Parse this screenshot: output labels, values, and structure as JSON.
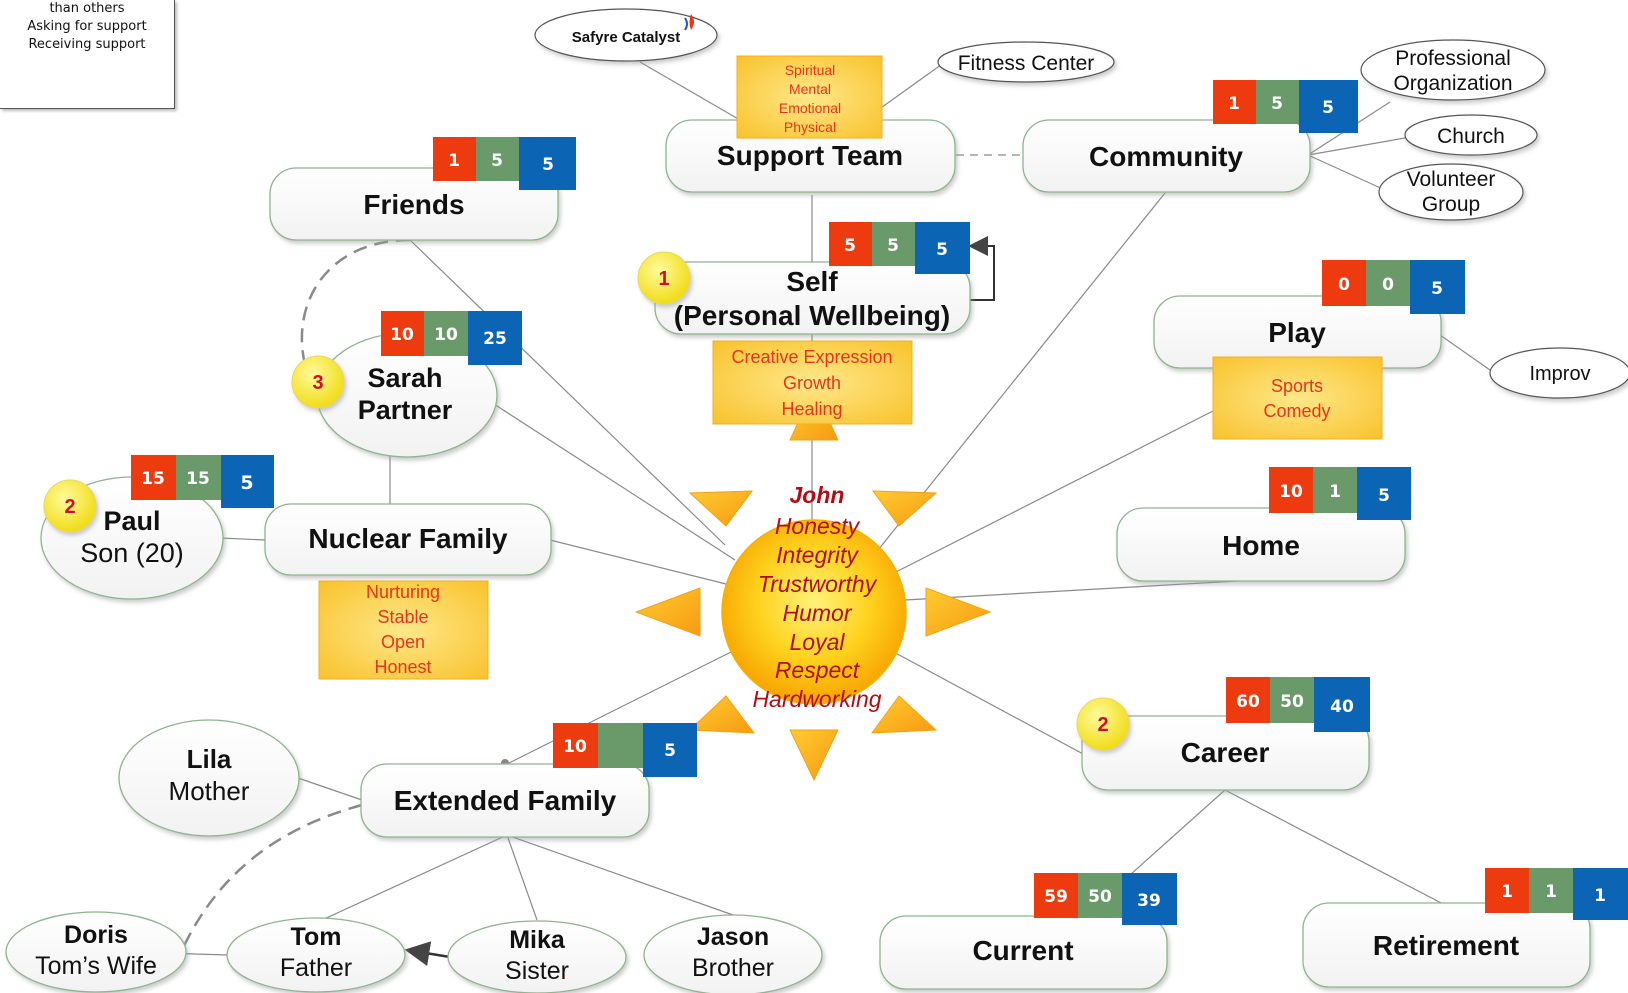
{
  "legend": {
    "lines": [
      "than others",
      "Asking for support",
      "Receiving support"
    ]
  },
  "colors": {
    "score_red": "#ee3a0f",
    "score_green": "#6a9a6a",
    "score_blue": "#0b64b4",
    "tag_fill": "#fbd04a",
    "tag_text": "#e8341c",
    "badge_fill": "#f6e62a",
    "badge_text": "#d0102a",
    "center_text": "#b00d14"
  },
  "center": {
    "name": "John",
    "values": [
      "Honesty",
      "Integrity",
      "Trustworthy",
      "Humor",
      "Loyal",
      "Respect",
      "Hardworking"
    ]
  },
  "nodes": {
    "support_team": {
      "title": "Support Team",
      "tags": [
        "Spiritual",
        "Mental",
        "Emotional",
        "Physical"
      ]
    },
    "community": {
      "title": "Community",
      "scores": [
        "1",
        "5",
        "5"
      ]
    },
    "friends": {
      "title": "Friends",
      "scores": [
        "1",
        "5",
        "5"
      ]
    },
    "self": {
      "title": "Self",
      "subtitle": "(Personal Wellbeing)",
      "scores": [
        "5",
        "5",
        "5"
      ],
      "badge": "1",
      "tags": [
        "Creative Expression",
        "Growth",
        "Healing"
      ]
    },
    "play": {
      "title": "Play",
      "scores": [
        "0",
        "0",
        "5"
      ],
      "tags": [
        "Sports",
        "Comedy"
      ]
    },
    "home": {
      "title": "Home",
      "scores": [
        "10",
        "1",
        "5"
      ]
    },
    "sarah": {
      "title": "Sarah",
      "subtitle": "Partner",
      "scores": [
        "10",
        "10",
        "25"
      ],
      "badge": "3"
    },
    "paul": {
      "title": "Paul",
      "subtitle": "Son (20)",
      "scores": [
        "15",
        "15",
        "5"
      ],
      "badge": "2"
    },
    "nuclear_family": {
      "title": "Nuclear Family",
      "tags": [
        "Nurturing",
        "Stable",
        "Open",
        "Honest"
      ]
    },
    "career": {
      "title": "Career",
      "scores": [
        "60",
        "50",
        "40"
      ],
      "badge": "2"
    },
    "extended_family": {
      "title": "Extended Family",
      "scores": [
        "10",
        "",
        "5"
      ]
    },
    "current": {
      "title": "Current",
      "scores": [
        "59",
        "50",
        "39"
      ]
    },
    "retirement": {
      "title": "Retirement",
      "scores": [
        "1",
        "1",
        "1"
      ]
    },
    "lila": {
      "title": "Lila",
      "subtitle": "Mother"
    },
    "doris": {
      "title": "Doris",
      "subtitle": "Tom’s Wife"
    },
    "tom": {
      "title": "Tom",
      "subtitle": "Father"
    },
    "mika": {
      "title": "Mika",
      "subtitle": "Sister"
    },
    "jason": {
      "title": "Jason",
      "subtitle": "Brother"
    }
  },
  "satellites": {
    "safyre": "Safyre Catalyst",
    "fitness": "Fitness Center",
    "professional_1": "Professional",
    "professional_2": "Organization",
    "church": "Church",
    "volunteer_1": "Volunteer",
    "volunteer_2": "Group",
    "improv": "Improv"
  }
}
